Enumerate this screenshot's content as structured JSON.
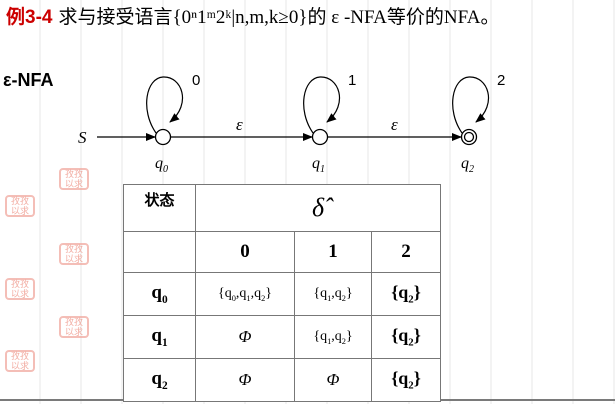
{
  "title": {
    "tag": "例3-4",
    "text": "求与接受语言{0ⁿ1ᵐ2ᵏ|n,m,k≥0}的 ε -NFA等价的NFA。"
  },
  "enfa_label": "ε-NFA",
  "diagram": {
    "start_label": "S",
    "states": [
      {
        "id": "q0",
        "name": "q",
        "sub": "0",
        "loop_label": "0",
        "accepting": false
      },
      {
        "id": "q1",
        "name": "q",
        "sub": "1",
        "loop_label": "1",
        "accepting": false
      },
      {
        "id": "q2",
        "name": "q",
        "sub": "2",
        "loop_label": "2",
        "accepting": true
      }
    ],
    "transitions": [
      {
        "from": "q0",
        "to": "q1",
        "label": "ε"
      },
      {
        "from": "q1",
        "to": "q2",
        "label": "ε"
      }
    ]
  },
  "table": {
    "header_state": "状态",
    "header_delta": "δ̂",
    "symbols": [
      "0",
      "1",
      "2"
    ],
    "rows": [
      {
        "state": "q",
        "state_sub": "0",
        "cells": [
          {
            "type": "set",
            "items": [
              [
                "q",
                "0"
              ],
              [
                "q",
                "1"
              ],
              [
                "q",
                "2"
              ]
            ]
          },
          {
            "type": "set",
            "items": [
              [
                "q",
                "1"
              ],
              [
                "q",
                "2"
              ]
            ]
          },
          {
            "type": "set",
            "items": [
              [
                "q",
                "2"
              ]
            ]
          }
        ]
      },
      {
        "state": "q",
        "state_sub": "1",
        "cells": [
          {
            "type": "empty",
            "text": "Φ"
          },
          {
            "type": "set",
            "items": [
              [
                "q",
                "1"
              ],
              [
                "q",
                "2"
              ]
            ]
          },
          {
            "type": "set",
            "items": [
              [
                "q",
                "2"
              ]
            ]
          }
        ]
      },
      {
        "state": "q",
        "state_sub": "2",
        "cells": [
          {
            "type": "empty",
            "text": "Φ"
          },
          {
            "type": "empty",
            "text": "Φ"
          },
          {
            "type": "set",
            "items": [
              [
                "q",
                "2"
              ]
            ]
          }
        ]
      }
    ]
  },
  "seal_text": "孜孜以求"
}
